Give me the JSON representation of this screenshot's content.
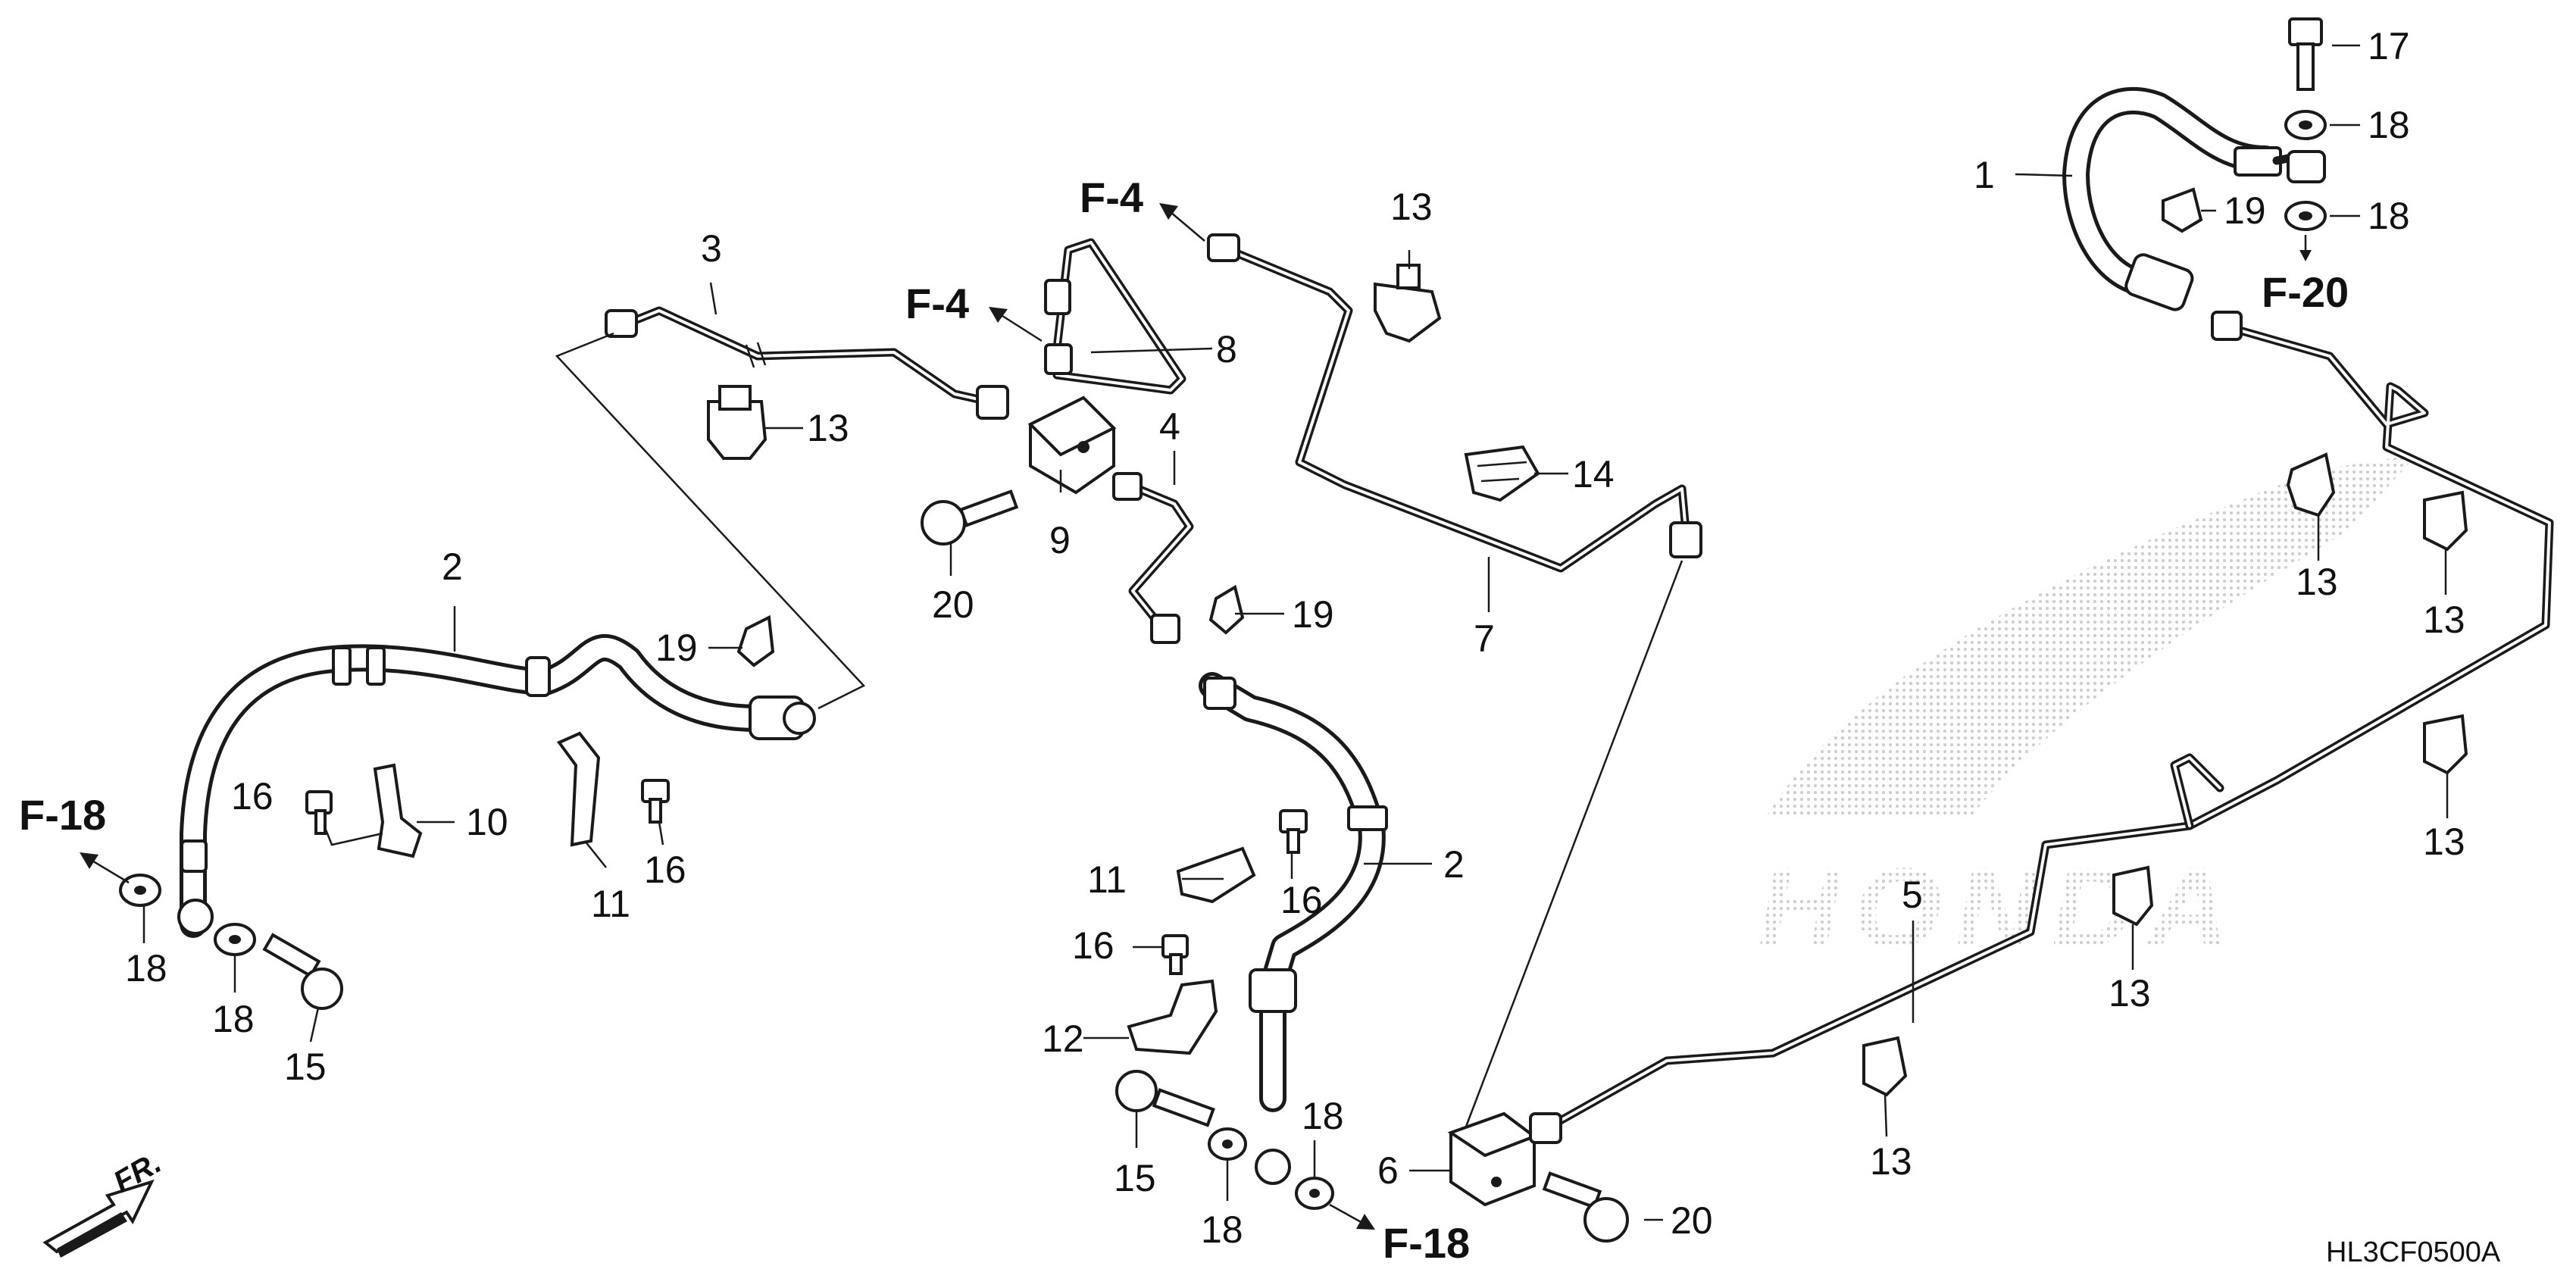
{
  "diagram": {
    "code": "HL3CF0500A",
    "direction_label": "FR.",
    "colors": {
      "line": "#1a1a1a",
      "background": "#ffffff",
      "watermark": "#d6d6d6"
    },
    "watermark": "HONDA",
    "refs": {
      "f4": "F-4",
      "f18": "F-18",
      "f20": "F-20"
    },
    "callouts": {
      "c1": "1",
      "c2a": "2",
      "c2b": "2",
      "c3": "3",
      "c4": "4",
      "c5": "5",
      "c6": "6",
      "c7": "7",
      "c8": "8",
      "c9": "9",
      "c10": "10",
      "c11a": "11",
      "c11b": "11",
      "c12": "12",
      "c13a": "13",
      "c13b": "13",
      "c13c": "13",
      "c13d": "13",
      "c13e": "13",
      "c13f": "13",
      "c13g": "13",
      "c14": "14",
      "c15a": "15",
      "c15b": "15",
      "c16a": "16",
      "c16b": "16",
      "c16c": "16",
      "c16d": "16",
      "c17": "17",
      "c18a": "18",
      "c18b": "18",
      "c18c": "18",
      "c18d": "18",
      "c18e": "18",
      "c18f": "18",
      "c19a": "19",
      "c19b": "19",
      "c19c": "19",
      "c20a": "20",
      "c20b": "20"
    }
  }
}
